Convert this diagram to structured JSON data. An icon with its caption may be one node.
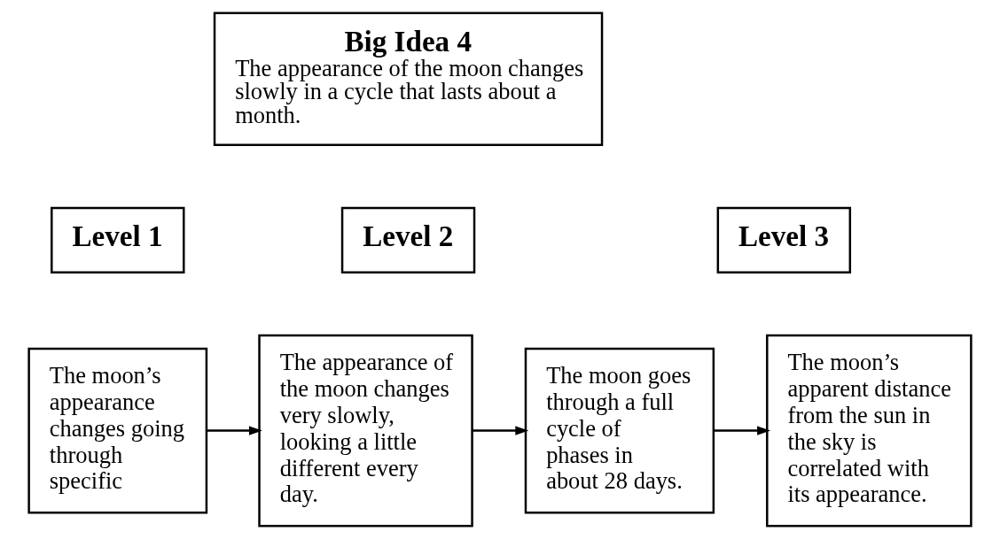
{
  "diagram": {
    "nodes": [
      {
        "text": [
          "Big Idea 4",
          "The appearance of the moon changes slowly in a cycle that lasts about a month."
        ]
      },
      {
        "text": [
          "Level 1"
        ]
      },
      {
        "text": [
          "Level 2"
        ]
      },
      {
        "text": [
          "Level 3"
        ]
      },
      {
        "text": [
          "The moon’s appearance changes going through specific"
        ]
      },
      {
        "text": [
          "The appearance of the moon changes very slowly, looking a little different every day."
        ]
      },
      {
        "text": [
          "The moon goes through a full cycle of phases in about 28 days."
        ]
      },
      {
        "text": [
          "The moon’s apparent distance from the sun in the sky is correlated with its appearance."
        ]
      }
    ],
    "edges": [
      {
        "from": 4,
        "to": 5,
        "arrow": "to"
      },
      {
        "from": 5,
        "to": 6,
        "arrow": "to"
      },
      {
        "from": 6,
        "to": 7,
        "arrow": "to"
      }
    ]
  }
}
